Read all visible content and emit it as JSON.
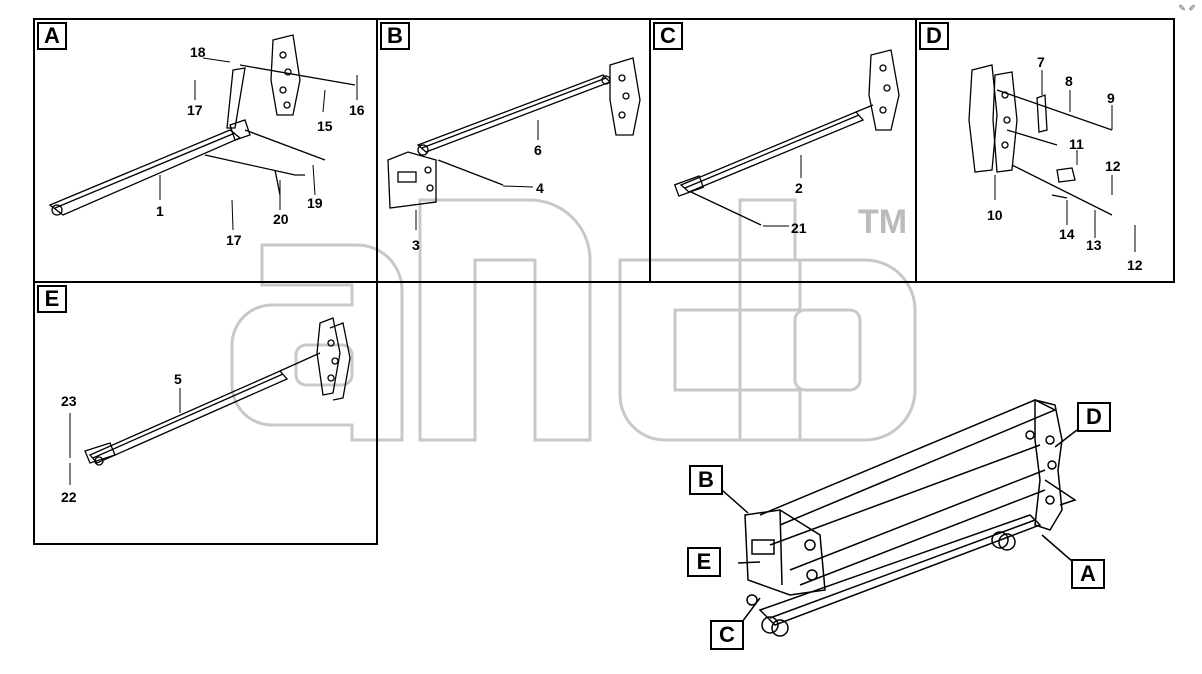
{
  "panels": {
    "A": {
      "label": "A",
      "numbers": [
        "18",
        "17",
        "16",
        "15",
        "1",
        "19",
        "20",
        "17"
      ]
    },
    "B": {
      "label": "B",
      "numbers": [
        "6",
        "4",
        "3"
      ]
    },
    "C": {
      "label": "C",
      "numbers": [
        "2",
        "21"
      ]
    },
    "D": {
      "label": "D",
      "numbers": [
        "7",
        "8",
        "9",
        "11",
        "12",
        "10",
        "14",
        "13",
        "12"
      ]
    },
    "E": {
      "label": "E",
      "numbers": [
        "5",
        "23",
        "22"
      ]
    }
  },
  "assembly_callouts": [
    "B",
    "E",
    "C",
    "D",
    "A"
  ],
  "watermark": {
    "trademark": "TM"
  },
  "corner_mark": "✎ ✐"
}
